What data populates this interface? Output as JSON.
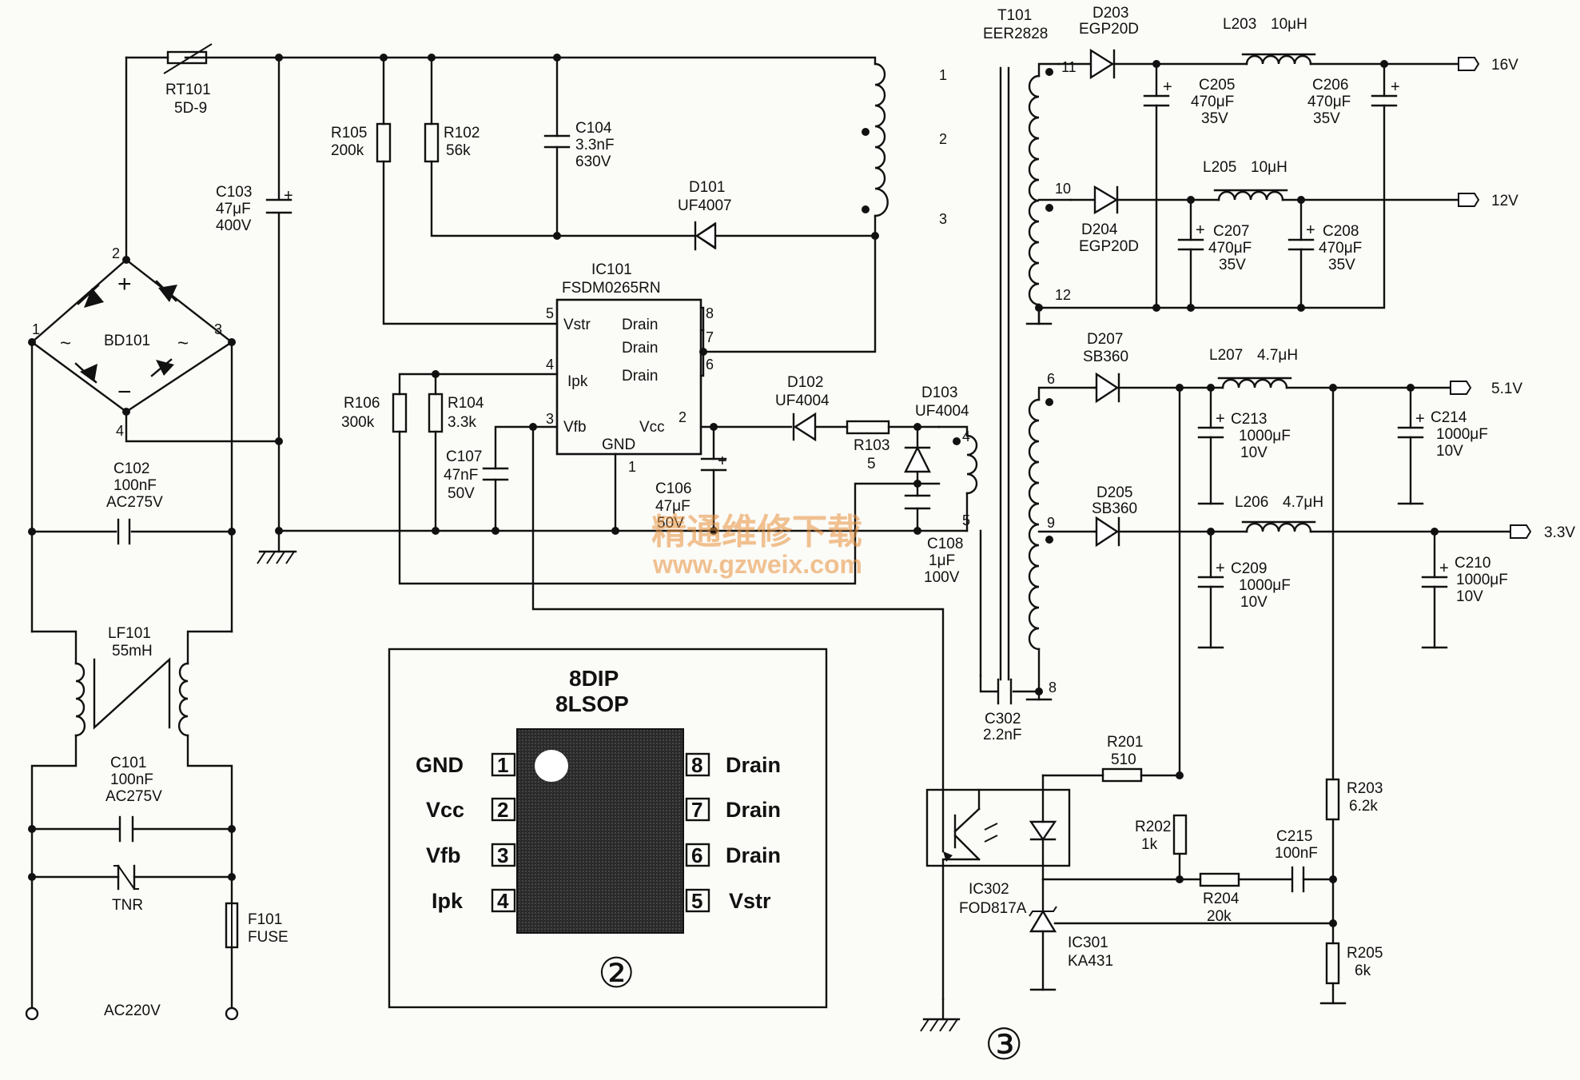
{
  "components": {
    "rt101": {
      "ref": "RT101",
      "val": "5D-9"
    },
    "bd101": {
      "ref": "BD101",
      "p1": "1",
      "p2": "2",
      "p3": "3",
      "p4": "4"
    },
    "c103": {
      "ref": "C103",
      "v1": "47μF",
      "v2": "400V"
    },
    "r105": {
      "ref": "R105",
      "val": "200k"
    },
    "r102": {
      "ref": "R102",
      "val": "56k"
    },
    "c104": {
      "ref": "C104",
      "v1": "3.3nF",
      "v2": "630V"
    },
    "d101": {
      "ref": "D101",
      "val": "UF4007"
    },
    "ic101": {
      "ref": "IC101",
      "val": "FSDM0265RN",
      "vstr": "Vstr",
      "ipk": "Ipk",
      "vfb": "Vfb",
      "gnd": "GND",
      "vcc": "Vcc",
      "drain": "Drain",
      "p1": "1",
      "p2": "2",
      "p3": "3",
      "p4": "4",
      "p5": "5",
      "p6": "6",
      "p7": "7",
      "p8": "8"
    },
    "r106": {
      "ref": "R106",
      "val": "300k"
    },
    "r104": {
      "ref": "R104",
      "val": "3.3k"
    },
    "c107": {
      "ref": "C107",
      "v1": "47nF",
      "v2": "50V"
    },
    "d102": {
      "ref": "D102",
      "val": "UF4004"
    },
    "r103": {
      "ref": "R103",
      "val": "5"
    },
    "d103": {
      "ref": "D103",
      "val": "UF4004"
    },
    "c106": {
      "ref": "C106",
      "v1": "47μF",
      "v2": "50V"
    },
    "c108": {
      "ref": "C108",
      "v1": "1μF",
      "v2": "100V"
    },
    "c102": {
      "ref": "C102",
      "v1": "100nF",
      "v2": "AC275V"
    },
    "lf101": {
      "ref": "LF101",
      "val": "55mH"
    },
    "c101": {
      "ref": "C101",
      "v1": "100nF",
      "v2": "AC275V"
    },
    "tnr": {
      "ref": "TNR"
    },
    "f101": {
      "ref": "F101",
      "val": "FUSE"
    },
    "ac": {
      "label": "AC220V"
    },
    "t101": {
      "ref": "T101",
      "val": "EER2828",
      "p1": "1",
      "p2": "2",
      "p3": "3",
      "p4": "4",
      "p5": "5",
      "p6": "6",
      "p8": "8",
      "p9": "9",
      "p10": "10",
      "p11": "11",
      "p12": "12"
    },
    "d203": {
      "ref": "D203",
      "val": "EGP20D"
    },
    "l203": {
      "ref": "L203",
      "val": "10μH"
    },
    "c205": {
      "ref": "C205",
      "v1": "470μF",
      "v2": "35V"
    },
    "c206": {
      "ref": "C206",
      "v1": "470μF",
      "v2": "35V"
    },
    "d204": {
      "ref": "D204",
      "val": "EGP20D"
    },
    "l205": {
      "ref": "L205",
      "val": "10μH"
    },
    "c207": {
      "ref": "C207",
      "v1": "470μF",
      "v2": "35V"
    },
    "c208": {
      "ref": "C208",
      "v1": "470μF",
      "v2": "35V"
    },
    "d207": {
      "ref": "D207",
      "val": "SB360"
    },
    "l207": {
      "ref": "L207",
      "val": "4.7μH"
    },
    "c213": {
      "ref": "C213",
      "v1": "1000μF",
      "v2": "10V"
    },
    "c214": {
      "ref": "C214",
      "v1": "1000μF",
      "v2": "10V"
    },
    "d205": {
      "ref": "D205",
      "val": "SB360"
    },
    "l206": {
      "ref": "L206",
      "val": "4.7μH"
    },
    "c209": {
      "ref": "C209",
      "v1": "1000μF",
      "v2": "10V"
    },
    "c210": {
      "ref": "C210",
      "v1": "1000μF",
      "v2": "10V"
    },
    "c302": {
      "ref": "C302",
      "val": "2.2nF"
    },
    "r201": {
      "ref": "R201",
      "val": "510"
    },
    "r202": {
      "ref": "R202",
      "val": "1k"
    },
    "r203": {
      "ref": "R203",
      "val": "6.2k"
    },
    "c215": {
      "ref": "C215",
      "val": "100nF"
    },
    "r204": {
      "ref": "R204",
      "val": "20k"
    },
    "r205": {
      "ref": "R205",
      "val": "6k"
    },
    "ic302": {
      "ref": "IC302",
      "val": "FOD817A"
    },
    "ic301": {
      "ref": "IC301",
      "val": "KA431"
    }
  },
  "outputs": {
    "v16": "16V",
    "v12": "12V",
    "v51": "5.1V",
    "v33": "3.3V"
  },
  "package": {
    "title1": "8DIP",
    "title2": "8LSOP",
    "left": [
      {
        "name": "GND",
        "num": "1"
      },
      {
        "name": "Vcc",
        "num": "2"
      },
      {
        "name": "Vfb",
        "num": "3"
      },
      {
        "name": "Ipk",
        "num": "4"
      }
    ],
    "right": [
      {
        "name": "Drain",
        "num": "8"
      },
      {
        "name": "Drain",
        "num": "7"
      },
      {
        "name": "Drain",
        "num": "6"
      },
      {
        "name": "Vstr",
        "num": "5"
      }
    ],
    "mark": "②"
  },
  "figure_mark": "③",
  "watermark": {
    "cn": "精通维修下载",
    "url": "www.gzweix.com"
  },
  "polarity_marks": {
    "plus": "+",
    "minus": "−",
    "ac": "~"
  }
}
